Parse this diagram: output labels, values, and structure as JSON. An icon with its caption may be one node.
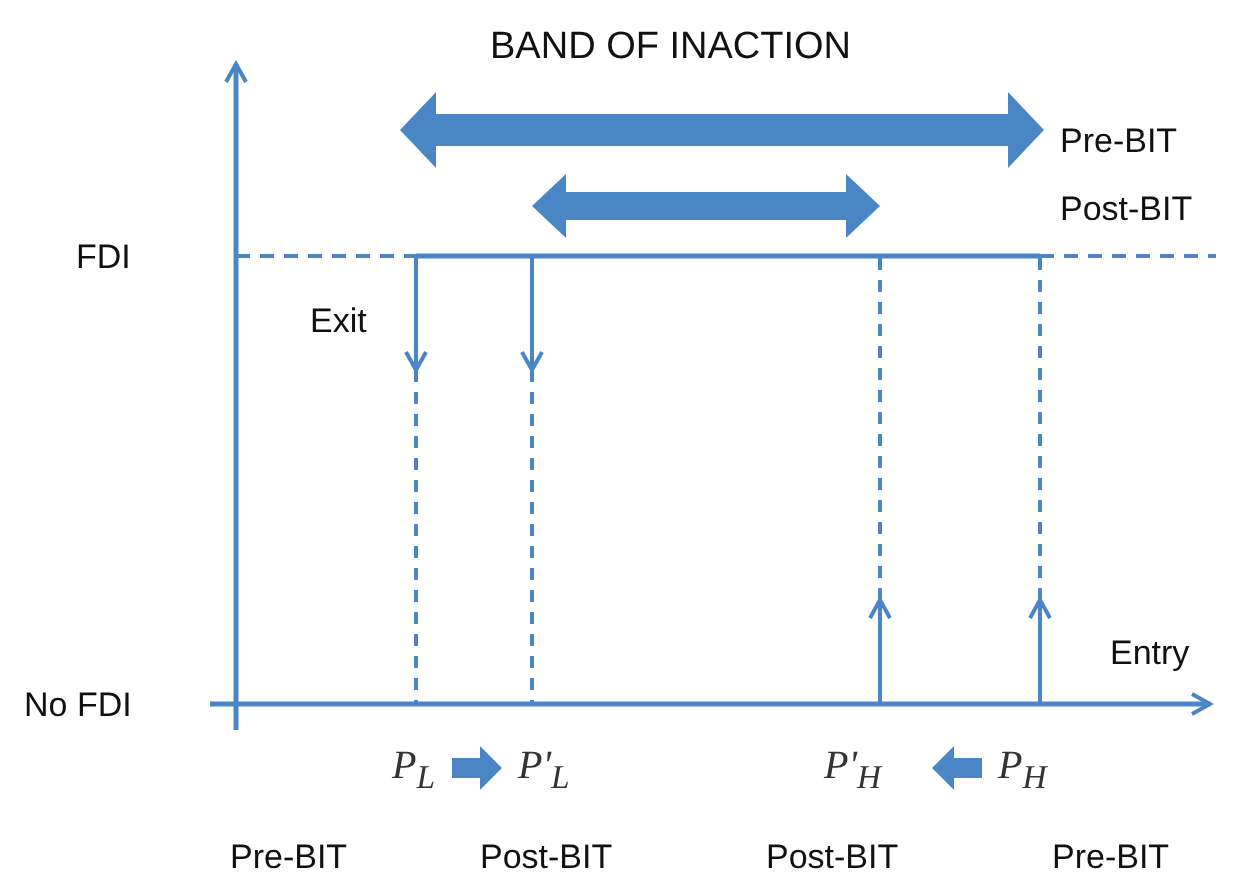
{
  "diagram": {
    "title": "BAND OF INACTION",
    "labels": [
      "Pre-BIT",
      "Post-BIT",
      "FDI",
      "Exit",
      "Entry",
      "No FDI",
      "P$_{L}$",
      "P'$_{L}$",
      "P'$_{H}$",
      "P$_{H}$",
      "Pre-BIT",
      "Post-BIT",
      "Post-BIT",
      "Pre-BIT"
    ]
  }
}
